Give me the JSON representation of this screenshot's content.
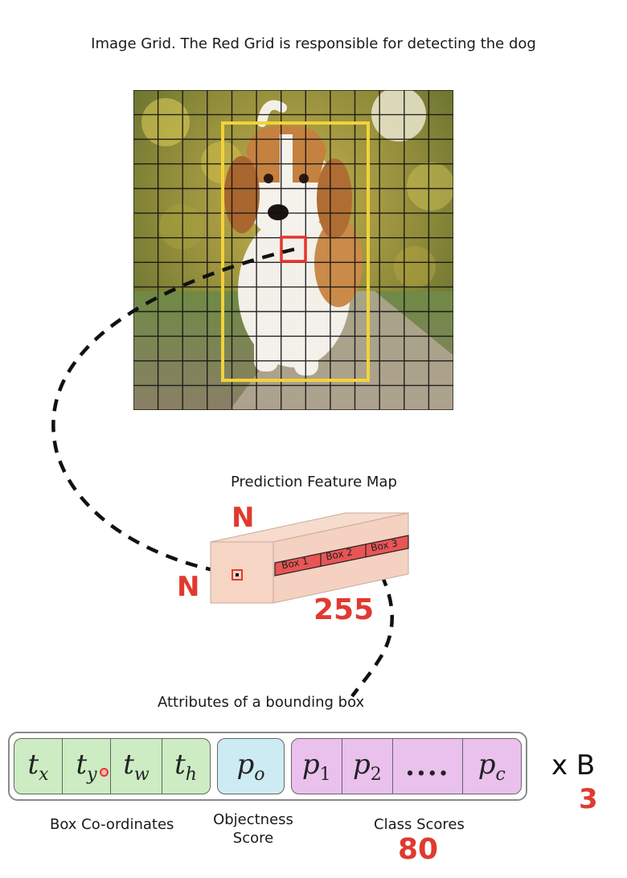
{
  "header": {
    "title": "Image Grid. The Red Grid is responsible for detecting the dog"
  },
  "feature_map": {
    "title": "Prediction Feature Map",
    "boxes": [
      "Box 1",
      "Box 2",
      "Box 3"
    ],
    "dim_top": "N",
    "dim_left": "N",
    "depth": "255"
  },
  "attributes": {
    "title": "Attributes of a bounding box",
    "box_coords": [
      {
        "base": "t",
        "sub": "x"
      },
      {
        "base": "t",
        "sub": "y"
      },
      {
        "base": "t",
        "sub": "w"
      },
      {
        "base": "t",
        "sub": "h"
      }
    ],
    "objectness": {
      "base": "p",
      "sub": "o"
    },
    "class_scores": [
      {
        "base": "p",
        "sub": "1"
      },
      {
        "base": "p",
        "sub": "2"
      },
      {
        "base": "....",
        "sub": ""
      },
      {
        "base": "p",
        "sub": "c"
      }
    ],
    "multiplier": "x B",
    "multiplier_value": "3",
    "labels": {
      "box": "Box Co-ordinates",
      "objectness_line1": "Objectness",
      "objectness_line2": "Score",
      "class": "Class Scores",
      "class_count": "80"
    }
  },
  "colors": {
    "grid_highlight": "#e8322d",
    "bbox": "#f2d23a",
    "annotation": "#e03a2f"
  }
}
